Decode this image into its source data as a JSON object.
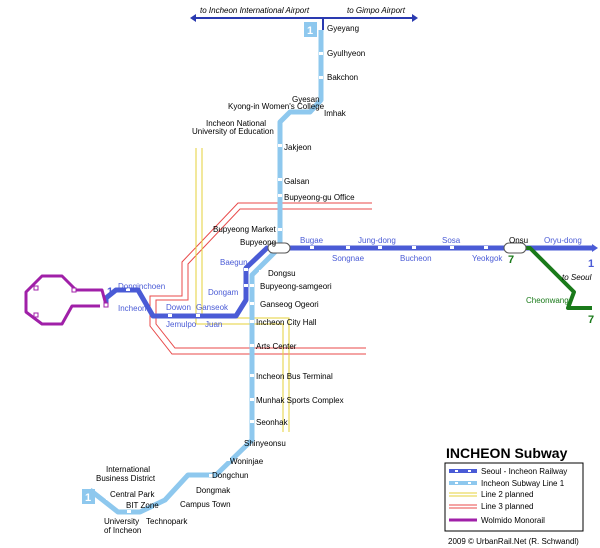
{
  "title": "INCHEON Subway",
  "copyright": "2009 © UrbanRail.Net (R. Schwandl)",
  "top_labels": {
    "left": "to Incheon International Airport",
    "right": "to Gimpo Airport"
  },
  "colors": {
    "seoul_incheon": "#4a5bd6",
    "line1": "#8ec8ee",
    "line2_planned": "#e6d23a",
    "line3_planned": "#e84a4a",
    "monorail": "#a020a8",
    "line7": "#1a7a1a"
  },
  "line_numbers": {
    "line1_north": "1",
    "line1_south": "1",
    "seoul_incheon_west": "1",
    "seoul_incheon_east": "1",
    "line7_west": "7",
    "line7_east": "7"
  },
  "stations_line1": [
    "Gyeyang",
    "Gyulhyeon",
    "Bakchon",
    "Gyesan",
    "Kyong-in Women's College",
    "Imhak",
    "Incheon National",
    "University of Education",
    "Jakjeon",
    "Galsan",
    "Bupyeong-gu Office",
    "Bupyeong Market",
    "Bupyeong",
    "Dongsu",
    "Bupyeong-samgeori",
    "Ganseog Ogeori",
    "Incheon City Hall",
    "Arts Center",
    "Incheon Bus Terminal",
    "Munhak Sports Complex",
    "Seonhak",
    "Shinyeonsu",
    "Woninjae",
    "Dongchun",
    "Dongmak",
    "Campus Town",
    "Technopark",
    "BIT Zone",
    "Central Park",
    "International",
    "Business District",
    "University",
    "of Incheon"
  ],
  "stations_seoul_incheon": [
    "Donginchoen",
    "Incheon",
    "Dowon",
    "Jemulpo",
    "Ganseok",
    "Juan",
    "Dongam",
    "Baegun",
    "Bugae",
    "Songnae",
    "Jung-dong",
    "Bucheon",
    "Sosa",
    "Yeokgok",
    "Onsu",
    "Oryu-dong",
    "to Seoul"
  ],
  "stations_line7": [
    "Cheonwang"
  ],
  "legend": [
    {
      "label": "Seoul - Incheon Railway",
      "color": "#4a5bd6",
      "style": "thick-dots"
    },
    {
      "label": "Incheon Subway Line 1",
      "color": "#8ec8ee",
      "style": "thick-dots"
    },
    {
      "label": "Line 2 planned",
      "color": "#e6d23a",
      "style": "double"
    },
    {
      "label": "Line 3 planned",
      "color": "#e84a4a",
      "style": "double"
    },
    {
      "label": "Wolmido Monorail",
      "color": "#a020a8",
      "style": "thick"
    }
  ]
}
